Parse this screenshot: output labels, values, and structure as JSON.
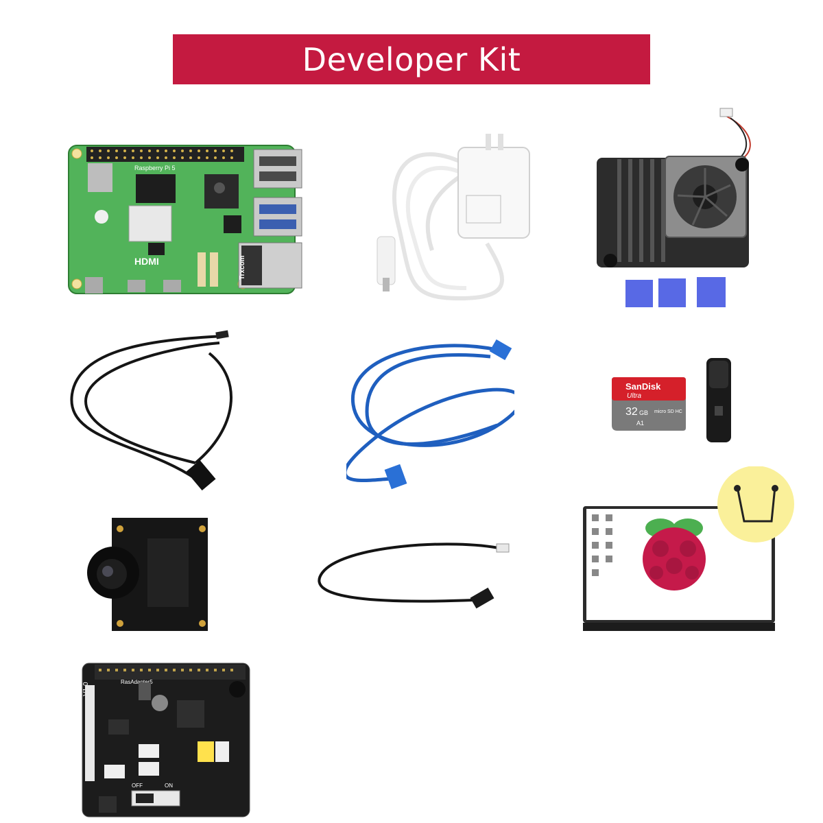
{
  "banner": {
    "title": "Developer Kit",
    "color": "#c41a40"
  },
  "pi_board": {
    "brand_label": "Raspberry Pi 5",
    "hdmi_label": "HDMI",
    "ethernet_brand": "Trxcom"
  },
  "sd_card": {
    "brand": "SanDisk",
    "line": "Ultra",
    "capacity": "32",
    "unit": "GB",
    "type": "micro SD HC",
    "class_mark": "A1"
  },
  "adapter_board": {
    "version": "V1.0",
    "name": "RasAdapter5",
    "switch_off": "OFF",
    "switch_on": "ON"
  },
  "colors": {
    "pcb_green": "#4caf50",
    "cable_blue": "#1f5fbf",
    "pad_blue": "#3b4fe0",
    "sd_red": "#d5202a"
  }
}
